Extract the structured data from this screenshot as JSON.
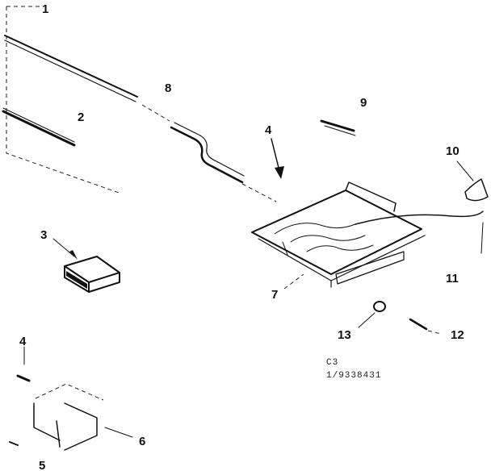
{
  "diagram": {
    "callouts": {
      "c1": "1",
      "c2": "2",
      "c3": "3",
      "c4a": "4",
      "c4b": "4",
      "c5": "5",
      "c6": "6",
      "c7": "7",
      "c8": "8",
      "c9": "9",
      "c10": "10",
      "c11": "11",
      "c12": "12",
      "c13": "13"
    },
    "code_line1": "C3",
    "code_line2": "1/9338431"
  }
}
